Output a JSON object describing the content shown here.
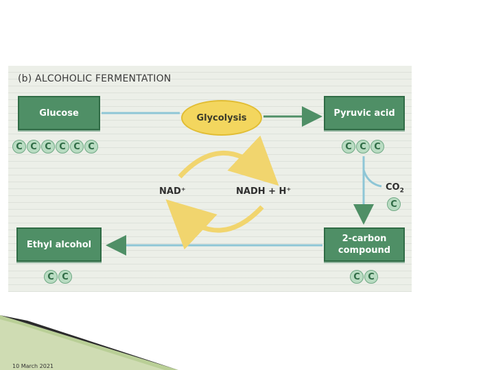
{
  "figure": {
    "title": "(b) ALCOHOLIC FERMENTATION",
    "boxes": {
      "glucose": "Glucose",
      "pyruvic": "Pyruvic acid",
      "ethyl": "Ethyl alcohol",
      "two_carbon_line1": "2-carbon",
      "two_carbon_line2": "compound"
    },
    "process": "Glycolysis",
    "cofactors": {
      "nad": "NAD⁺",
      "nadh": "NADH + H⁺"
    },
    "co2": {
      "main": "CO",
      "sub": "2"
    },
    "carbon_symbol": "C",
    "carbon_counts": {
      "glucose": 6,
      "pyruvic": 3,
      "co2": 1,
      "two_carbon": 2,
      "ethyl": 2
    },
    "colors": {
      "box": "#4f8f66",
      "ellipse": "#f3d65e",
      "arrow_blue": "#8ec6d6",
      "arrow_yellow": "#f1d56e"
    }
  },
  "footer": {
    "date": "10 March 2021"
  }
}
